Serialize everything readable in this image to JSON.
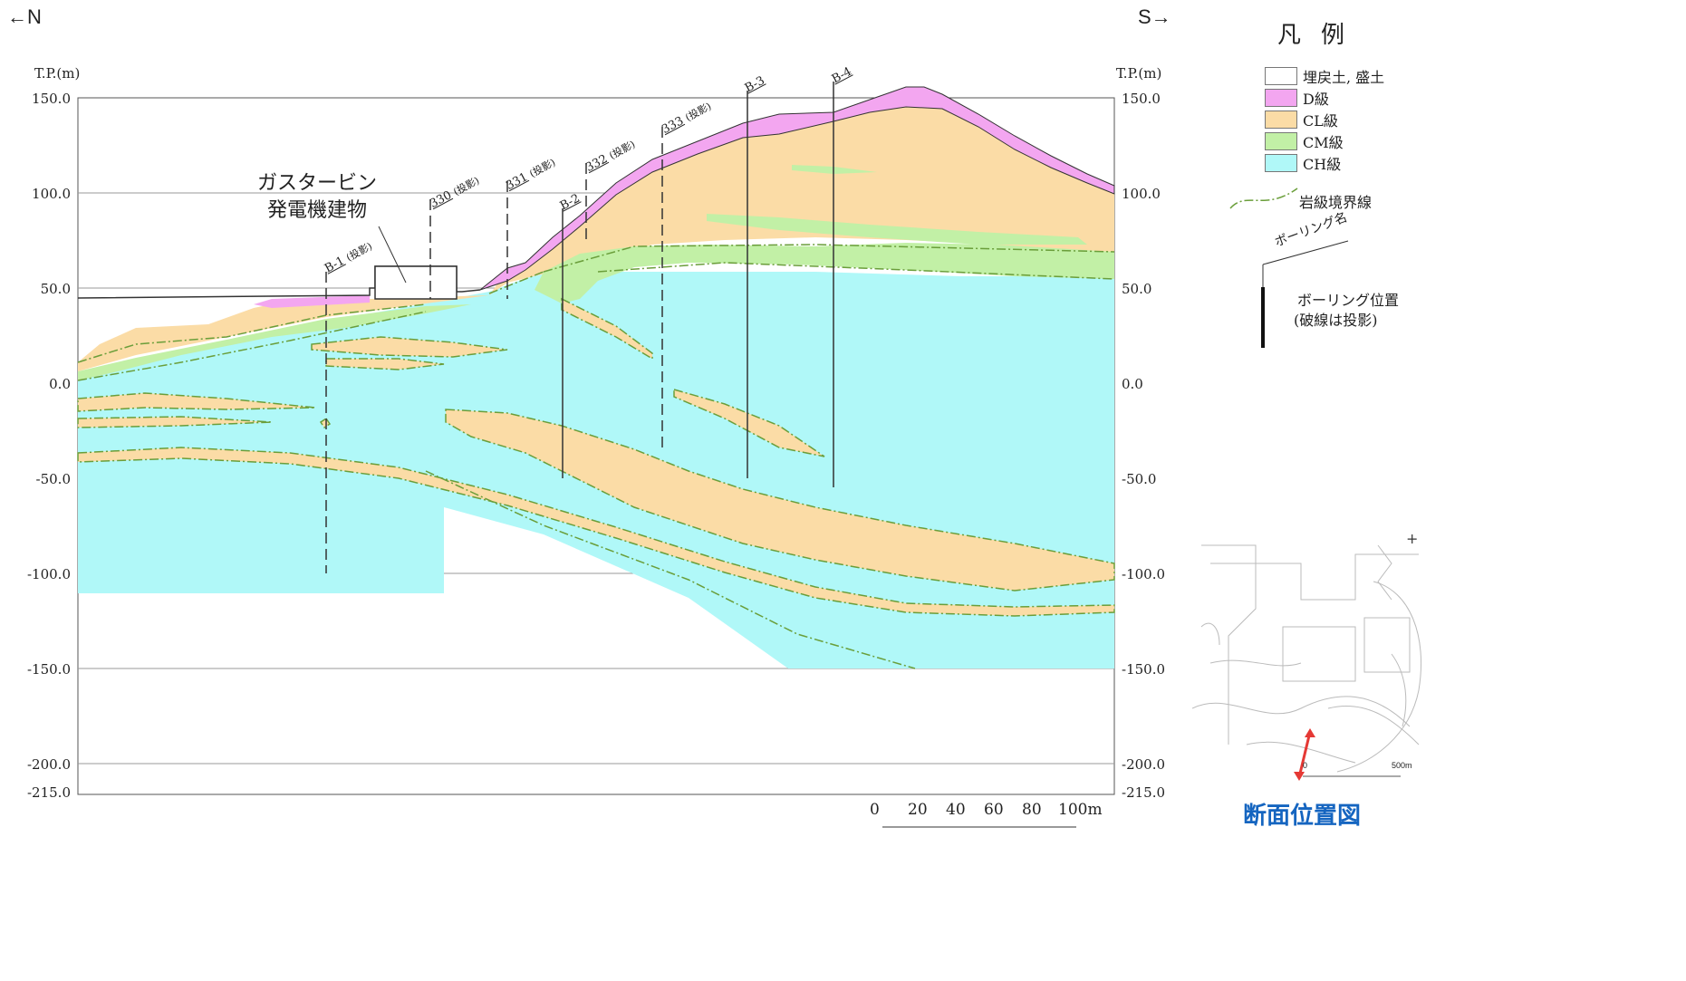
{
  "directions": {
    "north": "←N",
    "south": "S→"
  },
  "axis": {
    "title": "T.P.(m)",
    "ticks": [
      "150.0",
      "100.0",
      "50.0",
      "0.0",
      "-50.0",
      "-100.0",
      "-150.0",
      "-200.0",
      "-215.0"
    ],
    "tick_values": [
      150,
      100,
      50,
      0,
      -50,
      -100,
      -150,
      -200,
      -215
    ]
  },
  "building": {
    "line1": "ガスタービン",
    "line2": "発電機建物"
  },
  "boreholes": [
    {
      "name": "B-1",
      "note": "(投影)"
    },
    {
      "name": "330",
      "note": "(投影)"
    },
    {
      "name": "331",
      "note": "(投影)"
    },
    {
      "name": "B-2",
      "note": ""
    },
    {
      "name": "332",
      "note": "(投影)"
    },
    {
      "name": "333",
      "note": "(投影)"
    },
    {
      "name": "B-3",
      "note": ""
    },
    {
      "name": "B-4",
      "note": ""
    }
  ],
  "legend": {
    "title": "凡例",
    "items": [
      {
        "label": "埋戻土, 盛土",
        "color": "#ffffff"
      },
      {
        "label": "D級",
        "color": "#f3a6f0"
      },
      {
        "label": "CL級",
        "color": "#fbdca6"
      },
      {
        "label": "CM級",
        "color": "#c2f0a6"
      },
      {
        "label": "CH級",
        "color": "#b0f8f8"
      }
    ],
    "boundary_label": "岩級境界線",
    "boring_name_label": "ボーリング名",
    "boring_pos_label": "ボーリング位置",
    "boring_pos_note": "(破線は投影)"
  },
  "scale": {
    "ticks": [
      "0",
      "20",
      "40",
      "60",
      "80",
      "100m"
    ]
  },
  "location_map": {
    "caption": "断面位置図",
    "scale_start": "0",
    "scale_end": "500m"
  }
}
